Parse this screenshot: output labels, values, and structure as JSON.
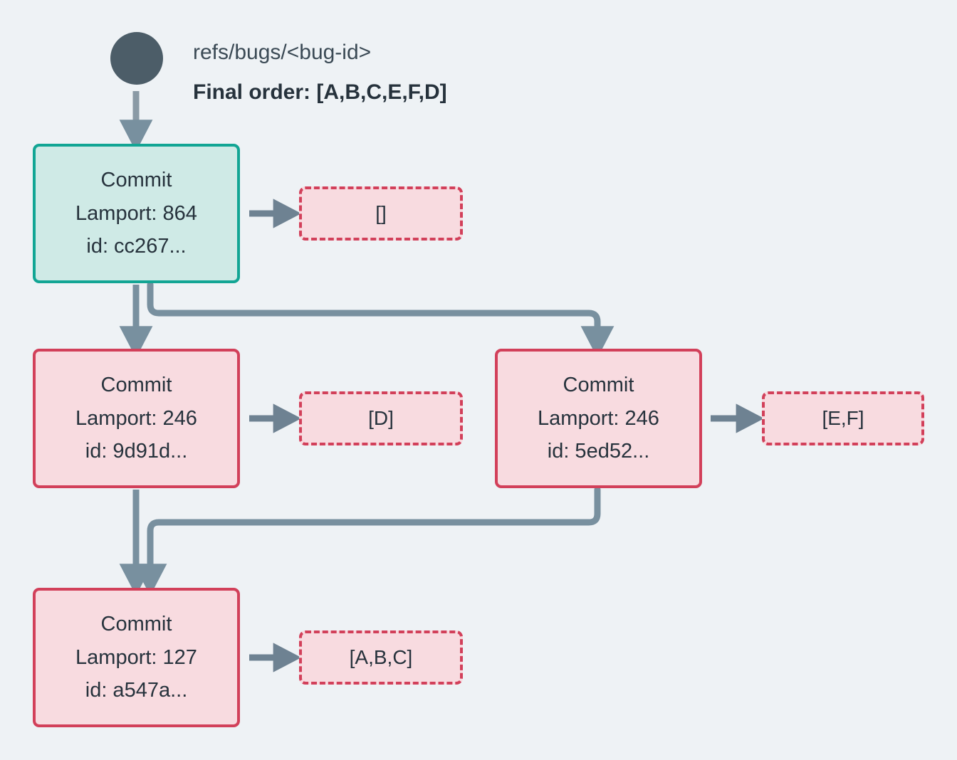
{
  "diagram": {
    "title_ref": "refs/bugs/<bug-id>",
    "final_order": "Final order: [A,B,C,E,F,D]",
    "background_color": "#eef2f5",
    "colors": {
      "root_dot": "#4c5d68",
      "connector": "#78909f",
      "head_node_border": "#12a594",
      "head_node_fill": "#cfeae6",
      "commit_node_border": "#d2405a",
      "commit_node_fill": "#f8dbe0",
      "text": "#26323c"
    },
    "nodes": [
      {
        "id": "head",
        "kind": "commit-head",
        "label": "Commit",
        "lamport": "Lamport: 864",
        "id_line": "id: cc267...",
        "ops": "[]"
      },
      {
        "id": "left-mid",
        "kind": "commit",
        "label": "Commit",
        "lamport": "Lamport: 246",
        "id_line": "id: 9d91d...",
        "ops": "[D]"
      },
      {
        "id": "right-mid",
        "kind": "commit",
        "label": "Commit",
        "lamport": "Lamport: 246",
        "id_line": "id: 5ed52...",
        "ops": "[E,F]"
      },
      {
        "id": "bottom",
        "kind": "commit",
        "label": "Commit",
        "lamport": "Lamport: 127",
        "id_line": "id: a547a...",
        "ops": "[A,B,C]"
      }
    ]
  }
}
